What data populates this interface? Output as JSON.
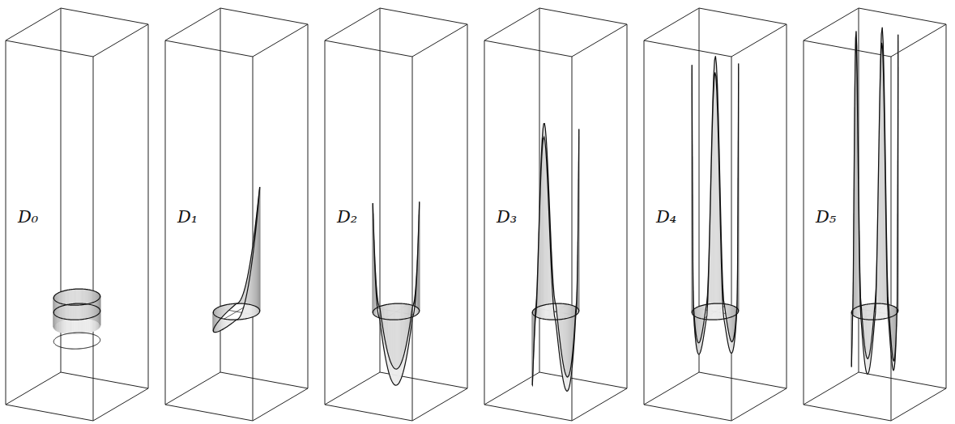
{
  "diagram": {
    "labels": [
      "D₀",
      "D₁",
      "D₂",
      "D₃",
      "D₄",
      "D₅"
    ]
  }
}
